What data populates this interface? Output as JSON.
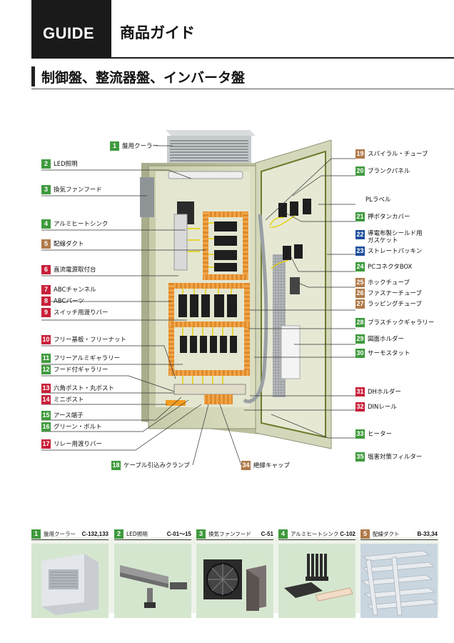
{
  "header": {
    "tab": "GUIDE",
    "title": "商品ガイド"
  },
  "section": {
    "title": "制御盤、整流器盤、インバータ盤"
  },
  "colors": {
    "green": "#3f9a3d",
    "red": "#c8203a",
    "brown": "#b07a4a",
    "blue": "#1f4f9e"
  },
  "callouts": [
    {
      "num": "1",
      "label": "盤用クーラー",
      "color": "green"
    },
    {
      "num": "2",
      "label": "LED照明",
      "color": "green"
    },
    {
      "num": "3",
      "label": "換気ファンフード",
      "color": "green"
    },
    {
      "num": "4",
      "label": "アルミヒートシンク",
      "color": "green"
    },
    {
      "num": "5",
      "label": "配線ダクト",
      "color": "brown"
    },
    {
      "num": "6",
      "label": "直流電源取付台",
      "color": "red"
    },
    {
      "num": "7",
      "label": "ABCチャンネル",
      "color": "red"
    },
    {
      "num": "8",
      "label": "ABCパーツ",
      "color": "red"
    },
    {
      "num": "9",
      "label": "スイッチ用渡りバー",
      "color": "red"
    },
    {
      "num": "10",
      "label": "フリー基板・フリーナット",
      "color": "red"
    },
    {
      "num": "11",
      "label": "フリーアルミギャラリー",
      "color": "green"
    },
    {
      "num": "12",
      "label": "フード付ギャラリー",
      "color": "green"
    },
    {
      "num": "13",
      "label": "六角ポスト・丸ポスト",
      "color": "red"
    },
    {
      "num": "14",
      "label": "ミニポスト",
      "color": "red"
    },
    {
      "num": "15",
      "label": "アース端子",
      "color": "green"
    },
    {
      "num": "16",
      "label": "グリーン・ボルト",
      "color": "green"
    },
    {
      "num": "17",
      "label": "リレー用渡りバー",
      "color": "red"
    },
    {
      "num": "18",
      "label": "ケーブル引込みクランプ",
      "color": "green"
    },
    {
      "num": "19",
      "label": "スパイラル・チューブ",
      "color": "brown"
    },
    {
      "num": "20",
      "label": "ブランクパネル",
      "color": "green"
    },
    {
      "num": "",
      "label": "PLラベル",
      "color": "none"
    },
    {
      "num": "21",
      "label": "押ボタンカバー",
      "color": "green"
    },
    {
      "num": "22",
      "label": "導電布製シールド用",
      "label2": "ガスケット",
      "color": "blue"
    },
    {
      "num": "23",
      "label": "ストレートパッキン",
      "color": "blue"
    },
    {
      "num": "24",
      "label": "PCコネクタBOX",
      "color": "green"
    },
    {
      "num": "25",
      "label": "ホックチューブ",
      "color": "brown"
    },
    {
      "num": "26",
      "label": "ファスナーチューブ",
      "color": "brown"
    },
    {
      "num": "27",
      "label": "ラッピングチューブ",
      "color": "brown"
    },
    {
      "num": "28",
      "label": "プラスチックギャラリー",
      "color": "green"
    },
    {
      "num": "29",
      "label": "図面ホルダー",
      "color": "green"
    },
    {
      "num": "30",
      "label": "サーモスタット",
      "color": "green"
    },
    {
      "num": "31",
      "label": "DHホルダー",
      "color": "red"
    },
    {
      "num": "32",
      "label": "DINレール",
      "color": "red"
    },
    {
      "num": "33",
      "label": "ヒーター",
      "color": "green"
    },
    {
      "num": "34",
      "label": "絶縁キャップ",
      "color": "brown"
    },
    {
      "num": "35",
      "label": "塩害対策フィルター",
      "color": "green"
    }
  ],
  "products": [
    {
      "num": "1",
      "label": "盤用クーラー",
      "code": "C-132,133",
      "color": "green"
    },
    {
      "num": "2",
      "label": "LED照明",
      "code": "C-01～15",
      "color": "green"
    },
    {
      "num": "3",
      "label": "換気ファンフード",
      "code": "C-51",
      "color": "green"
    },
    {
      "num": "4",
      "label": "アルミヒートシンク",
      "code": "C-102",
      "color": "green"
    },
    {
      "num": "5",
      "label": "配線ダクト",
      "code": "B-33,34",
      "color": "brown"
    }
  ]
}
